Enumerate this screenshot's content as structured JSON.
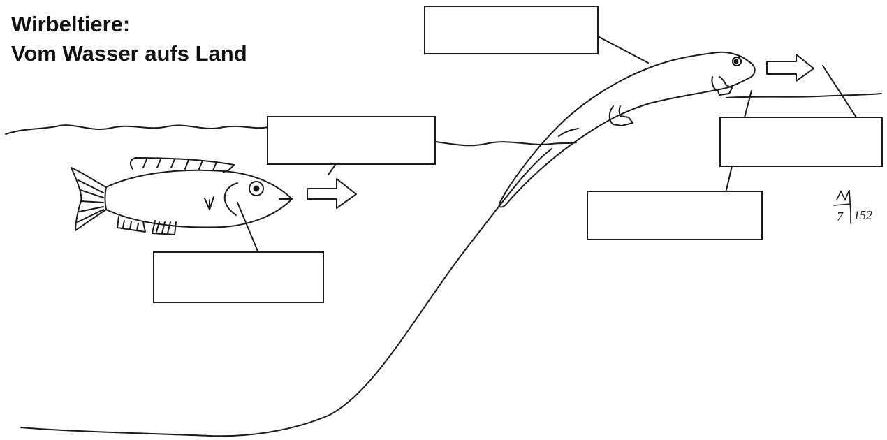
{
  "title": {
    "line1": "Wirbeltiere:",
    "line2": "Vom Wasser aufs Land"
  },
  "signature": {
    "initial": "M",
    "grade": "7",
    "number": "152"
  },
  "label_boxes": [
    {
      "id": "top-center",
      "text": ""
    },
    {
      "id": "above-fish",
      "text": ""
    },
    {
      "id": "below-fish",
      "text": ""
    },
    {
      "id": "right-upper",
      "text": ""
    },
    {
      "id": "right-lower",
      "text": ""
    }
  ],
  "colors": {
    "line": "#1a1a1a",
    "background": "#ffffff"
  }
}
